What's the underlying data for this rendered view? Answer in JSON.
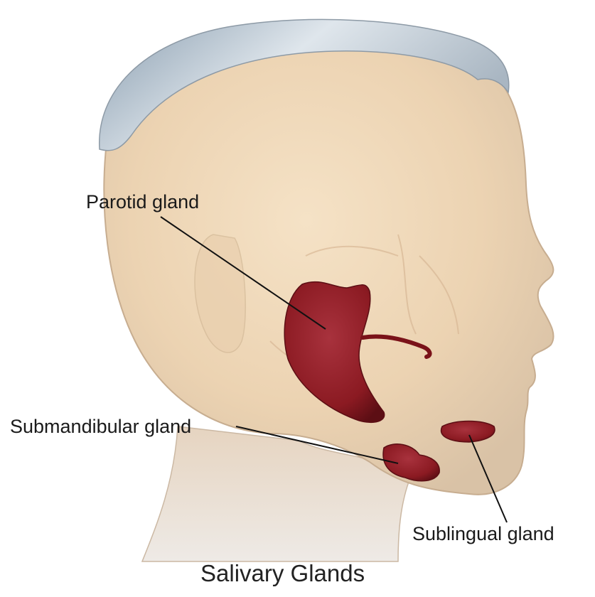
{
  "title": "Salivary Glands",
  "labels": {
    "parotid": "Parotid gland",
    "submandibular": "Submandibular gland",
    "sublingual": "Sublingual gland"
  },
  "colors": {
    "background": "#ffffff",
    "skin": "#eed7b8",
    "hair": "#c9d3dc",
    "gland": "#8b1a22",
    "gland_highlight": "#b04550",
    "leader_line": "#111111",
    "label_text": "#1a1a1a"
  }
}
